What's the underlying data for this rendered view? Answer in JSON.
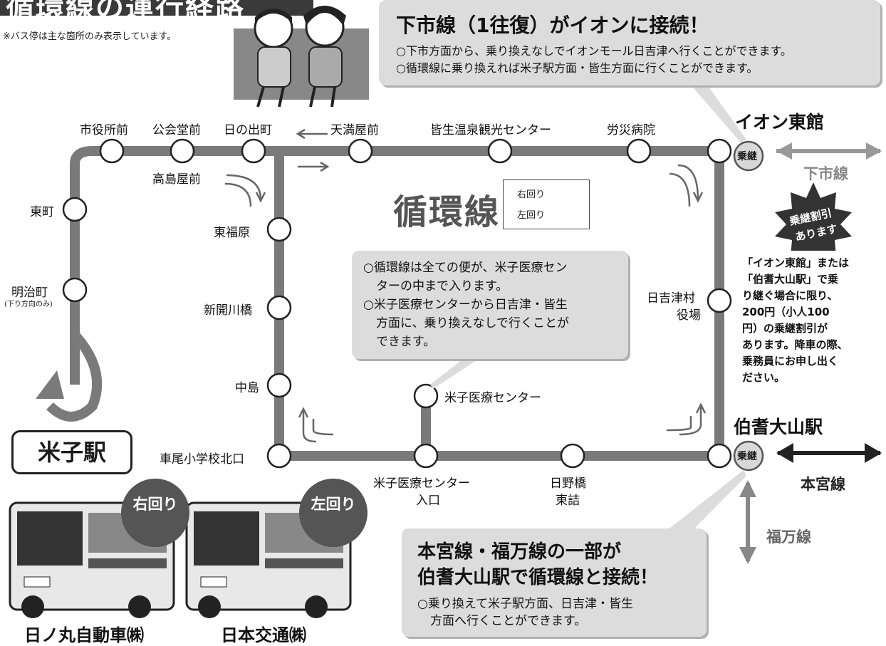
{
  "title": "循環線の運行経路",
  "note_top": "※バス停は主な箇所のみ表示しています。",
  "callout_top": {
    "title": "下市線（1往復）がイオンに接続！",
    "lines": [
      "○下市方面から、乗り換えなしでイオンモール日吉津へ行くことができます。",
      "○循環線に乗り換えれば米子駅方面・皆生方面に行くことができます。"
    ]
  },
  "line_name": "循環線",
  "legend": {
    "clockwise": "右回り",
    "counterclockwise": "左回り"
  },
  "callout_center": {
    "lines": [
      "○循環線は全ての便が、米子医療セン",
      "ターの中まで入ります。",
      "○米子医療センターから日吉津・皆生",
      "方面に、乗り換えなしで行くことが",
      "できます。"
    ]
  },
  "stops": {
    "shiyakusho": "市役所前",
    "kokaido": "公会堂前",
    "hinodecho": "日の出町",
    "tenmanya": "天満屋前",
    "kaike": "皆生温泉観光センター",
    "rosai": "労災病院",
    "takashimaya": "高島屋前",
    "higashimachi": "東町",
    "meijicho": "明治町",
    "meijicho_note": "(下り方向のみ)",
    "higashifukuhara": "東福原",
    "shinkaigawa": "新開川橋",
    "nakashima": "中島",
    "kurumao": "車尾小学校北口",
    "iryo_center": "米子医療センター",
    "iryo_entrance_1": "米子医療センター",
    "iryo_entrance_2": "入口",
    "hino_1": "日野橋",
    "hino_2": "東詰",
    "hiezu_1": "日吉津村",
    "hiezu_2": "役場"
  },
  "transfer_mark": "乗継",
  "hubs": {
    "aeon": "イオン東館",
    "hoki": "伯耆大山駅"
  },
  "branches": {
    "shimoichi": "下市線",
    "honguu": "本宮線",
    "fukuman": "福万線"
  },
  "station": "米子駅",
  "discount": {
    "burst": [
      "乗継割引",
      "あります"
    ],
    "lines": [
      "「イオン東館」または",
      "「伯耆大山駅」で乗",
      "り継ぐ場合に限り、",
      "200円（小人100",
      "円）の乗継割引が",
      "あります。降車の際、",
      "乗務員にお申し出く",
      "ださい。"
    ]
  },
  "callout_bottom": {
    "title_1": "本宮線・福万線の一部が",
    "title_2": "伯耆大山駅で循環線と接続！",
    "lines": [
      "○乗り換えて米子駅方面、日吉津・皆生",
      "方面へ行くことができます。"
    ]
  },
  "buses": {
    "badge_right": "右回り",
    "badge_left": "左回り",
    "operator_1": "日ノ丸自動車㈱",
    "operator_2": "日本交通㈱"
  },
  "colors": {
    "route": "#7a7a7a",
    "callout_bg": "#dcdcdc",
    "dark": "#3a3a3a"
  }
}
